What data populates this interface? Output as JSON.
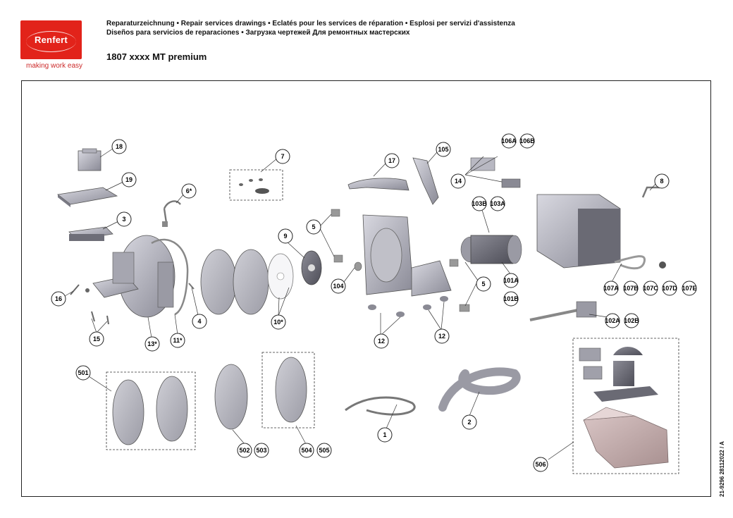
{
  "brand": {
    "logo_text": "Renfert",
    "tagline": "making work easy",
    "red": "#e2231a"
  },
  "header": {
    "line1": "Reparaturzeichnung  •  Repair services drawings  •  Eclatés pour les services de réparation  •  Esplosi per servizi d'assistenza",
    "line2": "Diseños para servicios de reparaciones  •  Загрузка чертежей Для ремонтных мастерских",
    "model": "1807 xxxx  MT premium"
  },
  "doc_ref": "21-9296  28112022 / A",
  "callouts": [
    "18",
    "19",
    "3",
    "6*",
    "7",
    "16",
    "15",
    "13*",
    "11*",
    "4",
    "9",
    "10*",
    "5",
    "104",
    "17",
    "105",
    "106A",
    "106B",
    "14",
    "103B",
    "103A",
    "101A",
    "101B",
    "5",
    "12",
    "12",
    "8",
    "107A",
    "107B",
    "107C",
    "107D",
    "107E",
    "102A",
    "102B",
    "501",
    "502",
    "503",
    "504",
    "505",
    "1",
    "2",
    "506"
  ]
}
